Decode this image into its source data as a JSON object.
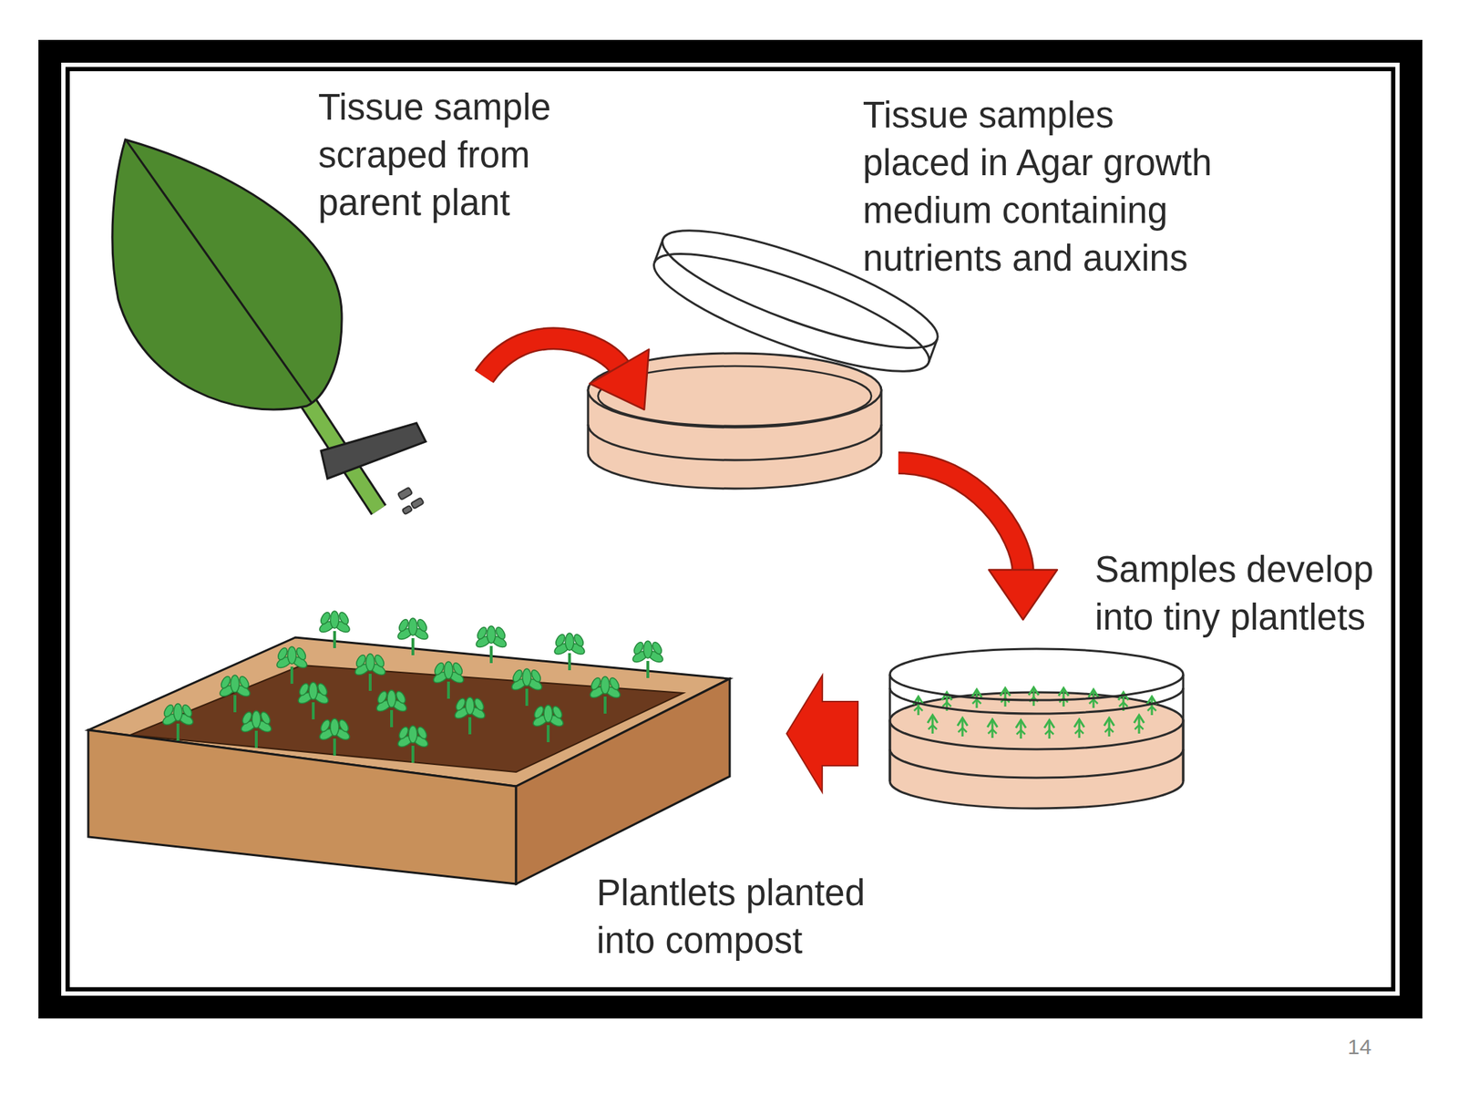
{
  "diagram": {
    "nodes": [
      {
        "text": [
          "Tissue sample scraped from parent plant"
        ]
      },
      {
        "text": [
          "Tissue samples placed in Agar growth medium containing nutrients and auxins"
        ]
      },
      {
        "text": [
          "Samples develop into tiny plantlets"
        ]
      },
      {
        "text": [
          "Plantlets planted into compost"
        ]
      }
    ],
    "edges": [
      {
        "from": 0,
        "to": 1,
        "arrow": "to"
      },
      {
        "from": 1,
        "to": 2,
        "arrow": "to"
      },
      {
        "from": 2,
        "to": 3,
        "arrow": "to"
      }
    ],
    "labels": [
      "14"
    ]
  }
}
